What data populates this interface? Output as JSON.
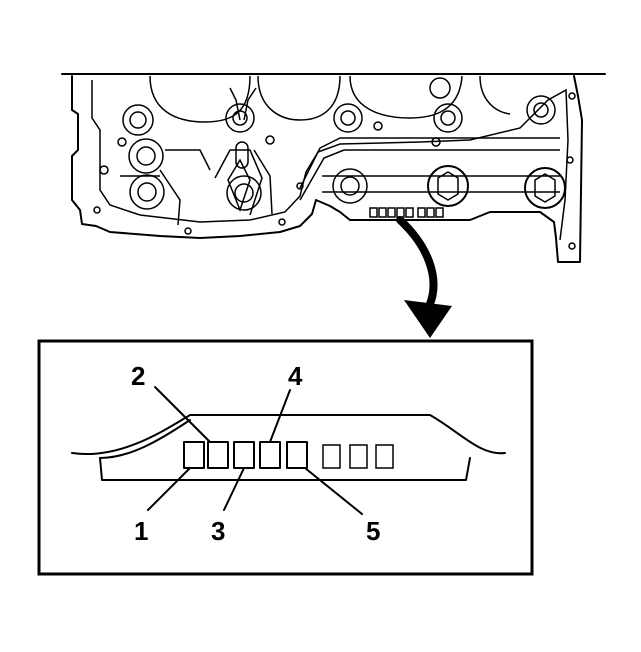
{
  "callouts": [
    {
      "id": "1",
      "label": "1"
    },
    {
      "id": "2",
      "label": "2"
    },
    {
      "id": "3",
      "label": "3"
    },
    {
      "id": "4",
      "label": "4"
    },
    {
      "id": "5",
      "label": "5"
    }
  ],
  "colors": {
    "stroke": "#000000",
    "background": "#ffffff"
  },
  "icons": {
    "pointer": "curved-arrow-icon"
  }
}
